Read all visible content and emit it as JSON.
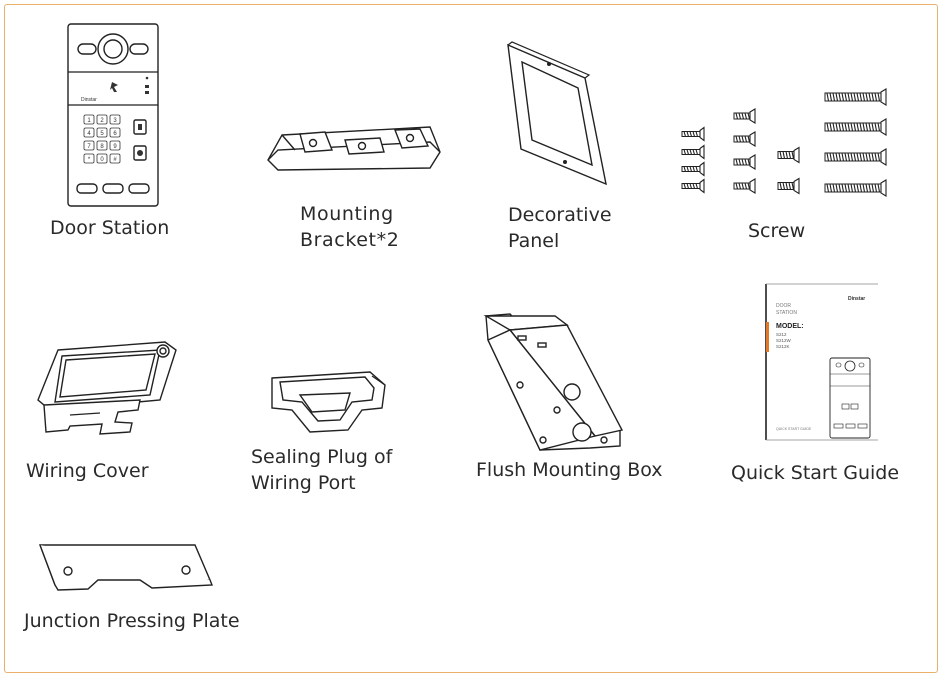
{
  "items": {
    "door_station": "Door Station",
    "mounting_bracket": [
      "Mounting",
      "Bracket*2"
    ],
    "decorative_panel": [
      "Decorative",
      "Panel"
    ],
    "screw": "Screw",
    "wiring_cover": "Wiring Cover",
    "sealing_plug": [
      "Sealing Plug of",
      "Wiring Port"
    ],
    "flush_mounting_box": "Flush Mounting Box",
    "quick_start_guide": "Quick Start Guide",
    "junction_pressing_plate": "Junction Pressing Plate"
  },
  "guide_cover": {
    "brand": "Dinstar",
    "line1": "DOOR",
    "line2": "STATION",
    "model_label": "MODEL:",
    "models": [
      "S212",
      "S212W",
      "S212K"
    ],
    "footer": "QUICK START GUIDE"
  },
  "door_station_logo": "Dinstar",
  "keypad_keys": [
    "1",
    "2",
    "3",
    "4",
    "5",
    "6",
    "7",
    "8",
    "9",
    "*",
    "0",
    "#"
  ],
  "colors": {
    "frame": "#e8b06a",
    "guide_accent": "#e07a2a",
    "ink": "#222222"
  }
}
